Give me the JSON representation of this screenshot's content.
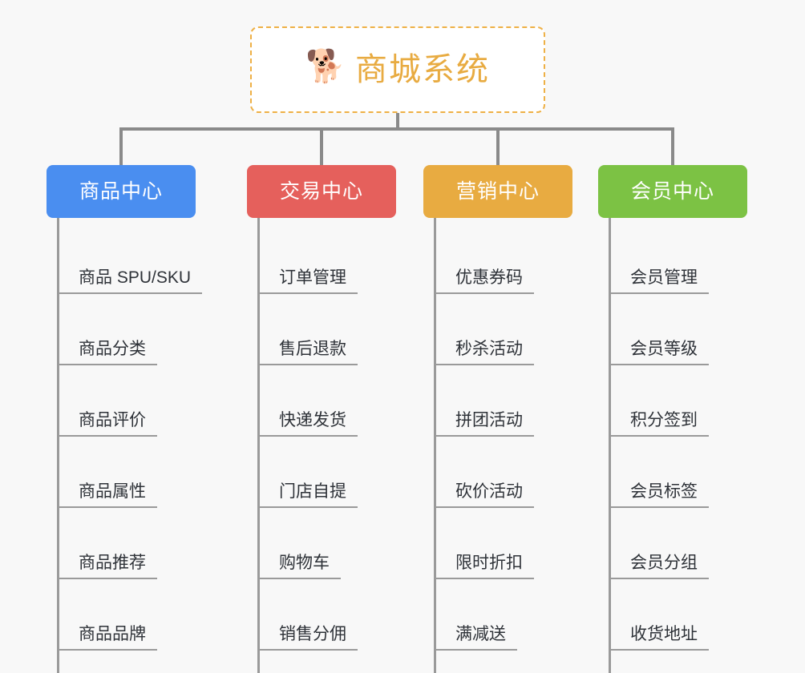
{
  "page": {
    "background": "#f8f8f8",
    "line_color": "#8a8a8a",
    "leaf_line_color": "#9a9a9a"
  },
  "root": {
    "title": "商城系统",
    "icon": "🐕",
    "icon_name": "shiba-dog-icon",
    "border_color": "#eeb045",
    "text_color": "#e8ab41",
    "background": "#ffffff"
  },
  "categories": [
    {
      "id": "product-center",
      "label": "商品中心",
      "color": "#4a8ef0",
      "items": [
        "商品 SPU/SKU",
        "商品分类",
        "商品评价",
        "商品属性",
        "商品推荐",
        "商品品牌"
      ]
    },
    {
      "id": "trade-center",
      "label": "交易中心",
      "color": "#e5605c",
      "items": [
        "订单管理",
        "售后退款",
        "快递发货",
        "门店自提",
        "购物车",
        "销售分佣"
      ]
    },
    {
      "id": "marketing-center",
      "label": "营销中心",
      "color": "#e8ab41",
      "items": [
        "优惠券码",
        "秒杀活动",
        "拼团活动",
        "砍价活动",
        "限时折扣",
        "满减送"
      ]
    },
    {
      "id": "member-center",
      "label": "会员中心",
      "color": "#7cc244",
      "items": [
        "会员管理",
        "会员等级",
        "积分签到",
        "会员标签",
        "会员分组",
        "收货地址"
      ]
    }
  ]
}
